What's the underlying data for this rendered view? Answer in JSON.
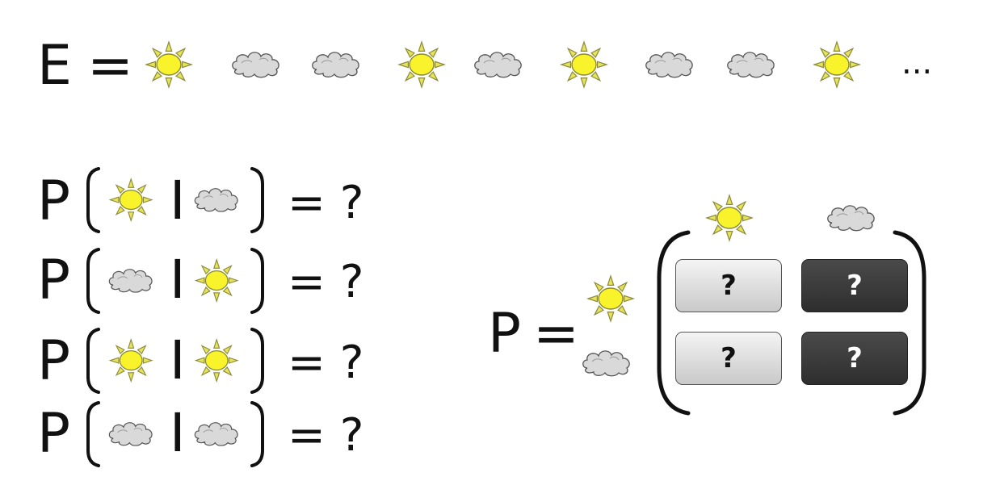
{
  "sequence": {
    "label": "E",
    "equals": "=",
    "items": [
      "sun",
      "cloud",
      "cloud",
      "sun",
      "cloud",
      "sun",
      "cloud",
      "cloud",
      "sun"
    ],
    "ellipsis": "..."
  },
  "conditional_rows": [
    {
      "letter": "P",
      "a": "sun",
      "b": "cloud",
      "result": "= ?"
    },
    {
      "letter": "P",
      "a": "cloud",
      "b": "sun",
      "result": "= ?"
    },
    {
      "letter": "P",
      "a": "sun",
      "b": "sun",
      "result": "= ?"
    },
    {
      "letter": "P",
      "a": "cloud",
      "b": "cloud",
      "result": "= ?"
    }
  ],
  "separator": "I",
  "matrix": {
    "label": "P",
    "equals": "=",
    "col_headers": [
      "sun",
      "cloud"
    ],
    "row_headers": [
      "sun",
      "cloud"
    ],
    "cells": [
      [
        {
          "text": "?",
          "style": "light"
        },
        {
          "text": "?",
          "style": "dark"
        }
      ],
      [
        {
          "text": "?",
          "style": "light"
        },
        {
          "text": "?",
          "style": "dark"
        }
      ]
    ]
  },
  "icons": {
    "sun": "sun-icon",
    "cloud": "cloud-icon"
  },
  "colors": {
    "sun_fill": "#f8f32a",
    "sun_stroke": "#8a8a3a",
    "cloud_fill": "#d9d9d9",
    "cloud_stroke": "#555555",
    "cell_dark": "#3a3a3a",
    "cell_light": "#e2e2e2"
  }
}
